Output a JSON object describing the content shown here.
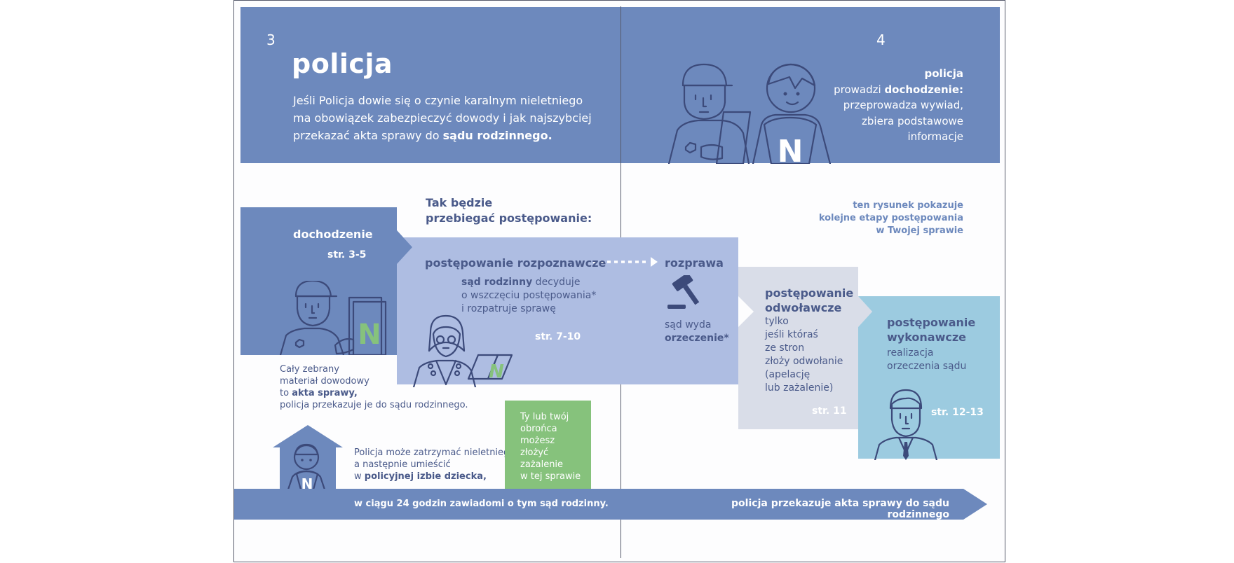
{
  "page_left": "3",
  "page_right": "4",
  "title": "policja",
  "intro": {
    "line1": "Jeśli Policja dowie się o czynie karalnym nieletniego",
    "line2": "ma obowiązek zabezpieczyć dowody i jak najszybciej",
    "line3_pre": "przekazać akta sprawy do ",
    "line3_bold": "sądu rodzinnego."
  },
  "header_right": {
    "l1": "policja",
    "l2_pre": "prowadzi ",
    "l2_bold": "dochodzenie:",
    "l3": "przeprowadza wywiad,",
    "l4": "zbiera podstawowe",
    "l5": "informacje"
  },
  "flow_heading": {
    "l1": "Tak będzie",
    "l2": "przebiegać postępowanie:"
  },
  "figure_note": {
    "l1": "ten rysunek pokazuje",
    "l2": "kolejne etapy postępowania",
    "l3": "w Twojej sprawie"
  },
  "steps": {
    "dochodzenie": {
      "title": "dochodzenie",
      "pages": "str. 3-5"
    },
    "rozpoznawcze": {
      "title": "postępowanie rozpoznawcze",
      "d1_bold": "sąd rodzinny",
      "d1_rest": " decyduje",
      "d2": "o wszczęciu postępowania*",
      "d3": "i rozpatruje sprawę",
      "pages": "str. 7-10"
    },
    "rozprawa": {
      "title": "rozprawa",
      "d1": "sąd wyda",
      "d2": "orzeczenie*"
    },
    "odwolawcze": {
      "t1": "postępowanie",
      "t2": "odwoławcze",
      "d1": "tylko",
      "d2": "jeśli któraś",
      "d3": "ze stron",
      "d4": "złoży odwołanie",
      "d5": "(apelację",
      "d6": "lub zażalenie)",
      "pages": "str. 11"
    },
    "wykonawcze": {
      "t1": "postępowanie",
      "t2": "wykonawcze",
      "d1": "realizacja",
      "d2": "orzeczenia sądu",
      "pages": "str. 12-13"
    }
  },
  "evidence_note": {
    "l1": "Cały zebrany",
    "l2": "materiał dowodowy",
    "l3_pre": "to ",
    "l3_bold": "akta sprawy,",
    "l4": "policja przekazuje  je do sądu rodzinnego."
  },
  "detention_note": {
    "l1": "Policja może zatrzymać nieletniego,",
    "l2": "a następnie umieścić",
    "l3_pre": "w ",
    "l3_bold": "policyjnej izbie dziecka,"
  },
  "green_box": {
    "l1": "Ty lub twój",
    "l2": "obrońca",
    "l3": "możesz",
    "l4": "złożyć",
    "l5": "zażalenie",
    "l6": "w tej sprawie"
  },
  "bottom_arrow": {
    "left": "w ciągu 24 godzin zawiadomi o tym sąd rodzinny.",
    "right": "policja przekazuje akta sprawy do sądu rodzinnego"
  },
  "logo_letter": "N",
  "colors": {
    "header": "#6d89bd",
    "dochodzenie": "#6d89bd",
    "rozpoznawcze": "#aebde2",
    "odwolawcze": "#d9dde8",
    "wykonawcze": "#9ccbe0",
    "green": "#86c27c",
    "ink": "#3c4a7a"
  }
}
